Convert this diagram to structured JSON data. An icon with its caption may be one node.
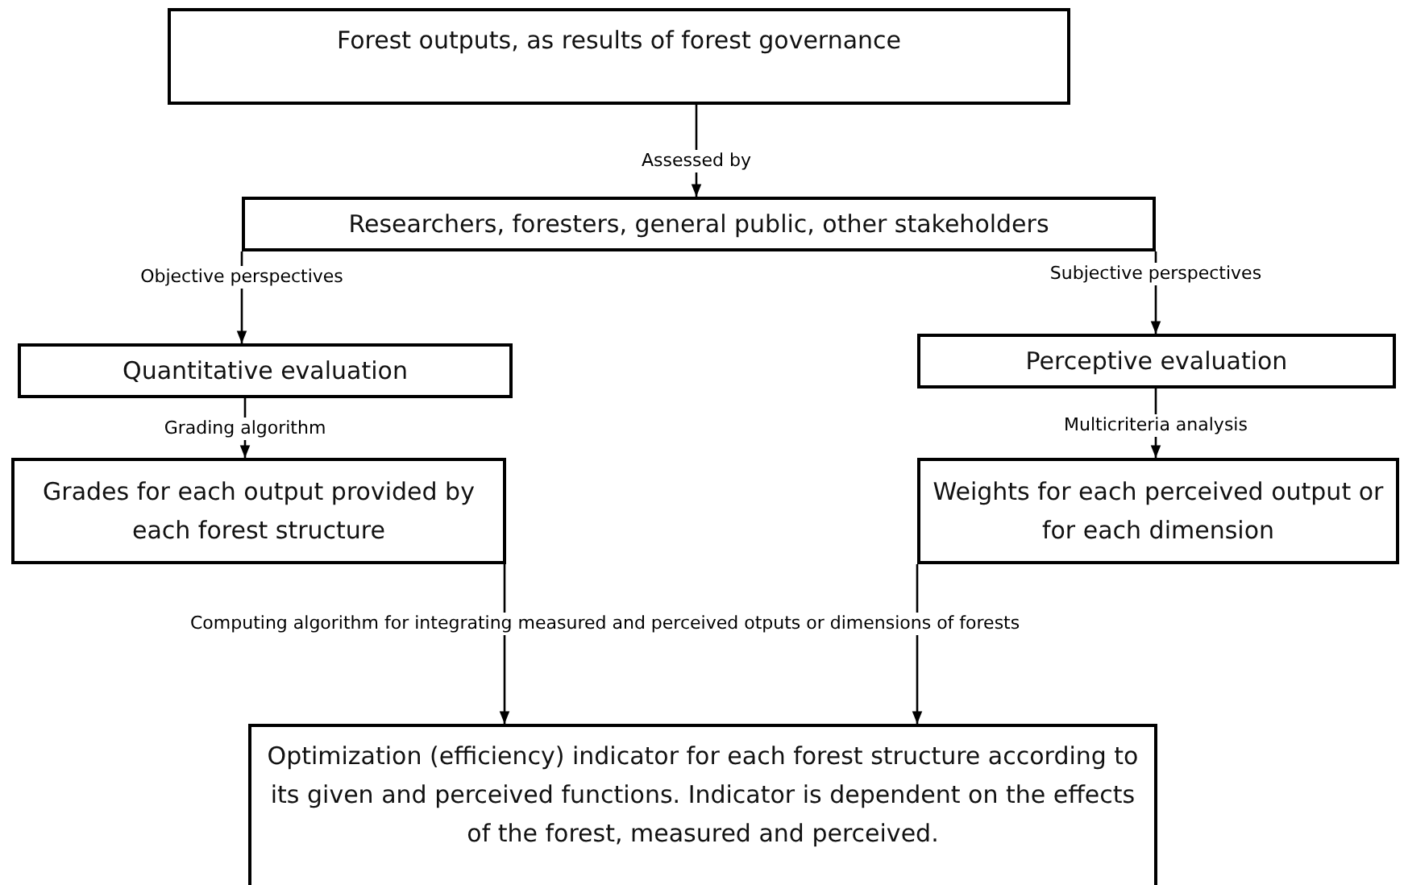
{
  "diagram": {
    "nodes": [
      {
        "text": [
          "Forest outputs, as results of forest governance"
        ]
      },
      {
        "text": [
          "Researchers, foresters, general public, other stakeholders"
        ]
      },
      {
        "text": [
          "Quantitative evaluation"
        ]
      },
      {
        "text": [
          "Perceptive evaluation"
        ]
      },
      {
        "text": [
          "Grades for each output provided by each forest structure"
        ]
      },
      {
        "text": [
          "Weights for each perceived output or for each dimension"
        ]
      },
      {
        "text": [
          "Optimization (efficiency) indicator for each forest structure according to its given and perceived functions. Indicator is dependent on the effects of the forest, measured and perceived."
        ]
      }
    ],
    "edges": [
      {
        "from": 0,
        "to": 1,
        "arrow": "to",
        "label": "Assessed by"
      },
      {
        "from": 1,
        "to": 2,
        "arrow": "to",
        "label": "Objective perspectives"
      },
      {
        "from": 1,
        "to": 3,
        "arrow": "to",
        "label": "Subjective perspectives"
      },
      {
        "from": 2,
        "to": 4,
        "arrow": "to",
        "label": "Grading algorithm"
      },
      {
        "from": 3,
        "to": 5,
        "arrow": "to",
        "label": "Multicriteria analysis"
      },
      {
        "from": 4,
        "to": 6,
        "arrow": "to"
      },
      {
        "from": 5,
        "to": 6,
        "arrow": "to"
      }
    ],
    "labels": [
      "Computing algorithm for integrating measured and perceived otputs or dimensions of forests"
    ]
  }
}
